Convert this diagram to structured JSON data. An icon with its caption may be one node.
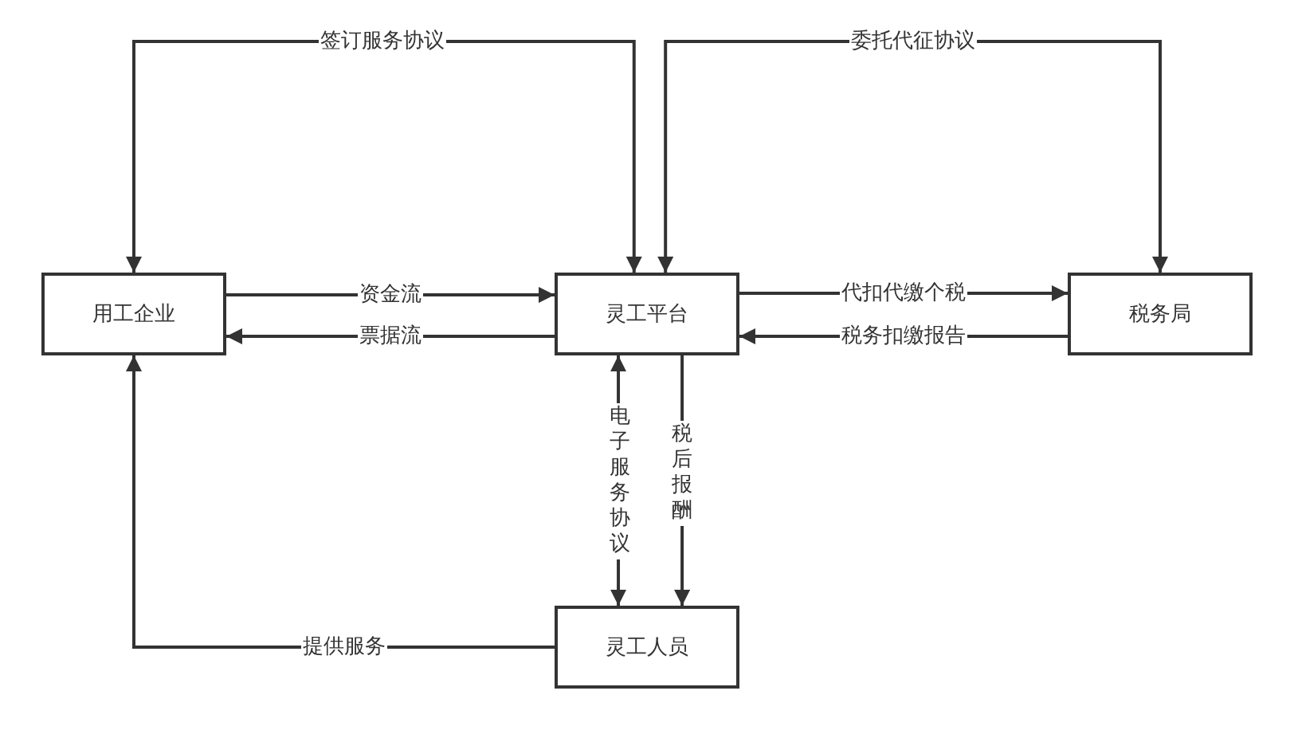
{
  "diagram": {
    "nodes": [
      {
        "text": [
          "用工企业"
        ]
      },
      {
        "text": [
          "灵工平台"
        ]
      },
      {
        "text": [
          "税务局"
        ]
      },
      {
        "text": [
          "灵工人员"
        ]
      }
    ],
    "edges": [
      {
        "from": 0,
        "to": 1,
        "arrow": "both",
        "label": "签订服务协议"
      },
      {
        "from": 1,
        "to": 2,
        "arrow": "both",
        "label": "委托代征协议"
      },
      {
        "from": 0,
        "to": 1,
        "arrow": "to",
        "label": "资金流"
      },
      {
        "from": 1,
        "to": 0,
        "arrow": "to",
        "label": "票据流"
      },
      {
        "from": 1,
        "to": 2,
        "arrow": "to",
        "label": "代扣代缴个税"
      },
      {
        "from": 2,
        "to": 1,
        "arrow": "to",
        "label": "税务扣缴报告"
      },
      {
        "from": 1,
        "to": 3,
        "arrow": "both",
        "label": "电子服务协议"
      },
      {
        "from": 1,
        "to": 3,
        "arrow": "to",
        "label": "税后报酬"
      },
      {
        "from": 3,
        "to": 0,
        "arrow": "to",
        "label": "提供服务"
      }
    ]
  }
}
